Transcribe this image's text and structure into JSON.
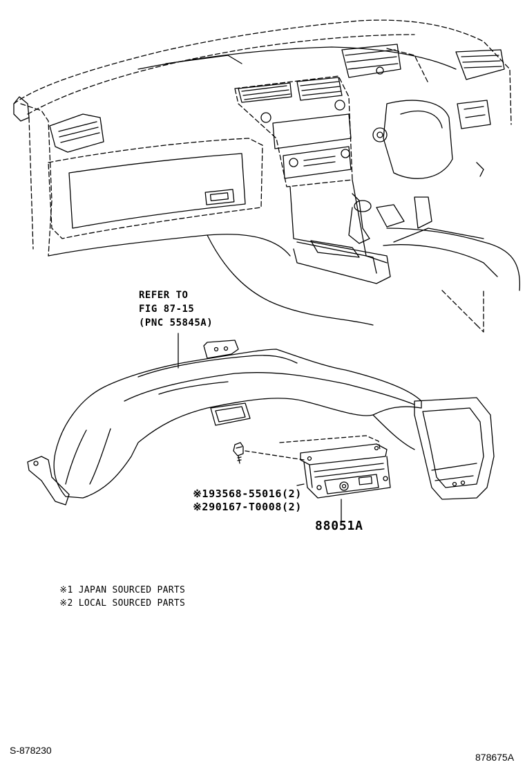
{
  "refer_callout": {
    "line1": "REFER TO",
    "line2": "FIG 87-15",
    "line3": "(PNC 55845A)"
  },
  "parts": [
    {
      "mark": "※1",
      "number": "93568-55016",
      "qty": "(2)"
    },
    {
      "mark": "※2",
      "number": "90167-T0008",
      "qty": "(2)"
    }
  ],
  "assembly_number": "88051A",
  "notes": [
    {
      "mark": "※1",
      "text": "JAPAN SOURCED PARTS"
    },
    {
      "mark": "※2",
      "text": "LOCAL SOURCED PARTS"
    }
  ],
  "sheet_id_left": "S-878230",
  "sheet_id_right": "878675A",
  "icons": [
    "dashboard-illustration",
    "air-duct-illustration",
    "screw-icon",
    "audio-unit-illustration"
  ]
}
